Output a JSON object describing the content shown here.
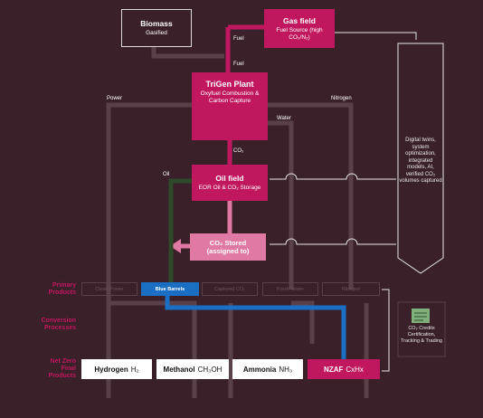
{
  "biomass": {
    "title": "Biomass",
    "subtitle": "Gasified"
  },
  "gas_field": {
    "title": "Gas field",
    "subtitle": "Fuel Source (high CO₂/N₂)"
  },
  "trigen": {
    "title": "TriGen Plant",
    "subtitle": "Oxyfuel Combustion & Carbon Capture"
  },
  "oil_field": {
    "title": "Oil field",
    "subtitle": "EOR Oil & CO₂ Storage"
  },
  "co2_stored": {
    "title": "CO₂ Stored (assigned to)"
  },
  "flow_labels": {
    "fuel_top": "Fuel",
    "fuel_bottom": "Fuel",
    "power": "Power",
    "nitrogen": "Nitrogen",
    "water": "Water",
    "co2": "CO₂",
    "oil": "Oil"
  },
  "digital_twin": {
    "text": "Digital twins, system optimization, integrated models, AI, verified CO₂ volumes captured"
  },
  "row_labels": {
    "primary": "Primary Products",
    "conversion": "Conversion Processes",
    "netzero": "Net Zero Final Products"
  },
  "primary_products": [
    "Clean Power",
    "Blue Barrels",
    "Captured CO₂",
    "Fresh Water",
    "Nitrogen"
  ],
  "final_products": [
    {
      "name": "Hydrogen",
      "formula": "H₂"
    },
    {
      "name": "Methanol",
      "formula": "CH₃OH"
    },
    {
      "name": "Ammonia",
      "formula": "NH₃"
    },
    {
      "name": "NZAF",
      "formula": "CxHx"
    }
  ],
  "credits": {
    "text": "CO₂ Credits Certification, Tracking & Trading"
  },
  "colors": {
    "background": "#3a2029",
    "magenta": "#c0175f",
    "pink": "#e07aa4",
    "blue": "#1a6fc4",
    "green": "#2e4a2a"
  }
}
